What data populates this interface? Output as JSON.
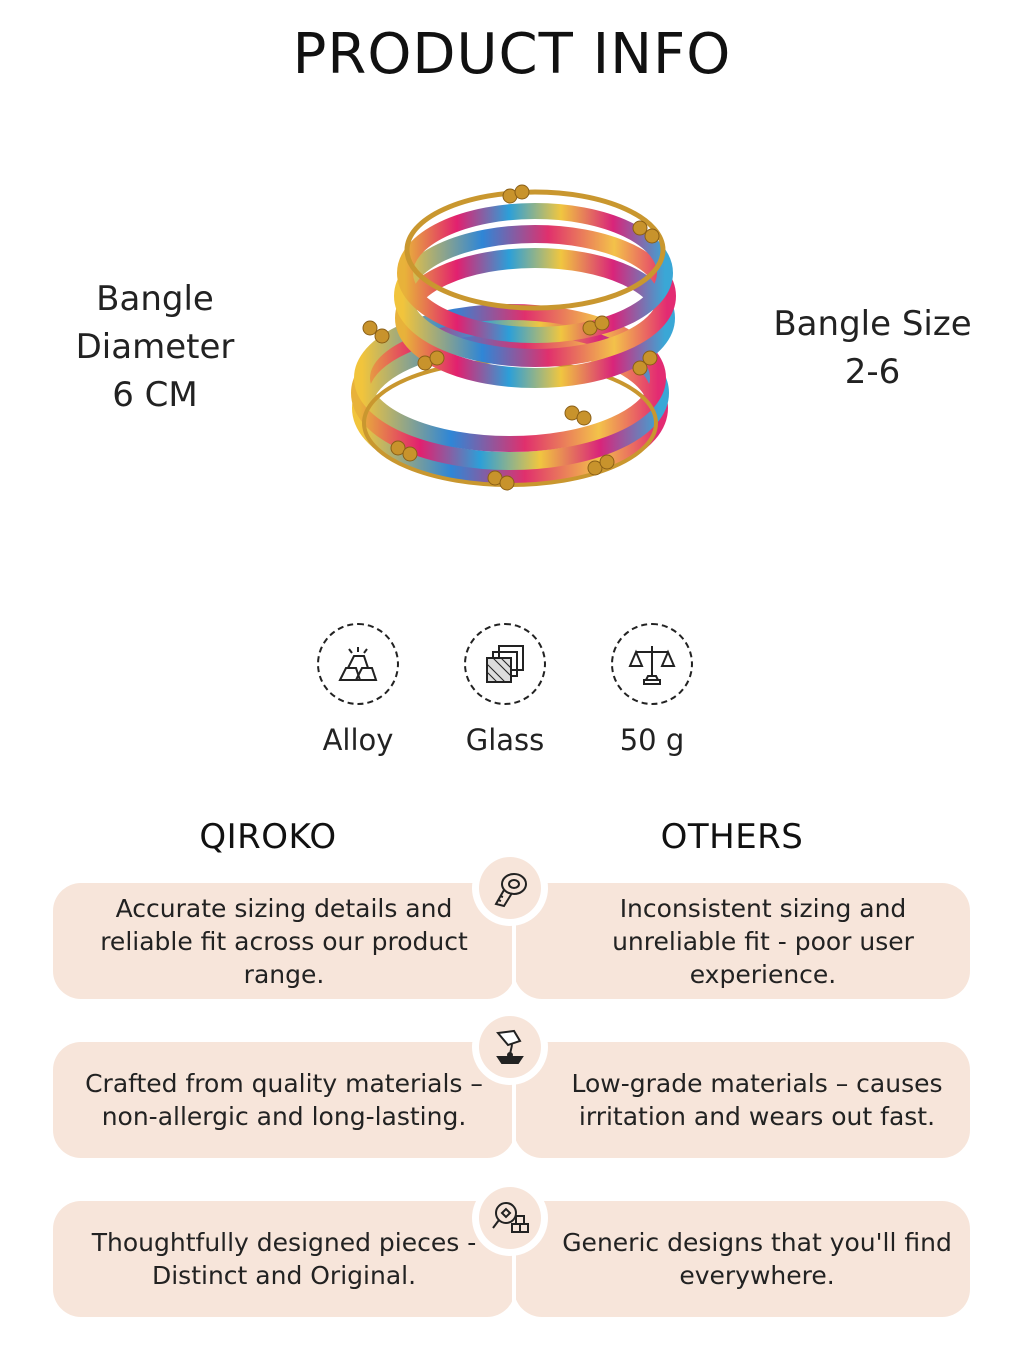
{
  "header": {
    "title": "PRODUCT INFO"
  },
  "dimensions": {
    "diameter_line1": "Bangle",
    "diameter_line2": "Diameter",
    "diameter_line3": "6 CM",
    "size_line1": "Bangle Size",
    "size_line2": "2-6"
  },
  "features": [
    {
      "icon": "alloy-bars-icon",
      "label": "Alloy"
    },
    {
      "icon": "glass-sheets-icon",
      "label": "Glass"
    },
    {
      "icon": "scale-icon",
      "label": "50 g"
    }
  ],
  "comparison": {
    "left_heading": "QIROKO",
    "right_heading": "OTHERS",
    "rows": [
      {
        "icon": "measuring-tape-icon",
        "qiroko": "Accurate sizing details and reliable fit across our product range.",
        "others": "Inconsistent sizing and unreliable fit - poor user experience."
      },
      {
        "icon": "molten-metal-pour-icon",
        "qiroko": "Crafted from quality materials – non-allergic and long-lasting.",
        "others": "Low-grade materials – causes irritation and wears out fast."
      },
      {
        "icon": "design-inspection-icon",
        "qiroko": "Thoughtfully designed pieces - Distinct and Original.",
        "others": "Generic designs that you'll find everywhere."
      }
    ]
  },
  "colors": {
    "pill_background": "#f7e5da",
    "text": "#222222"
  }
}
